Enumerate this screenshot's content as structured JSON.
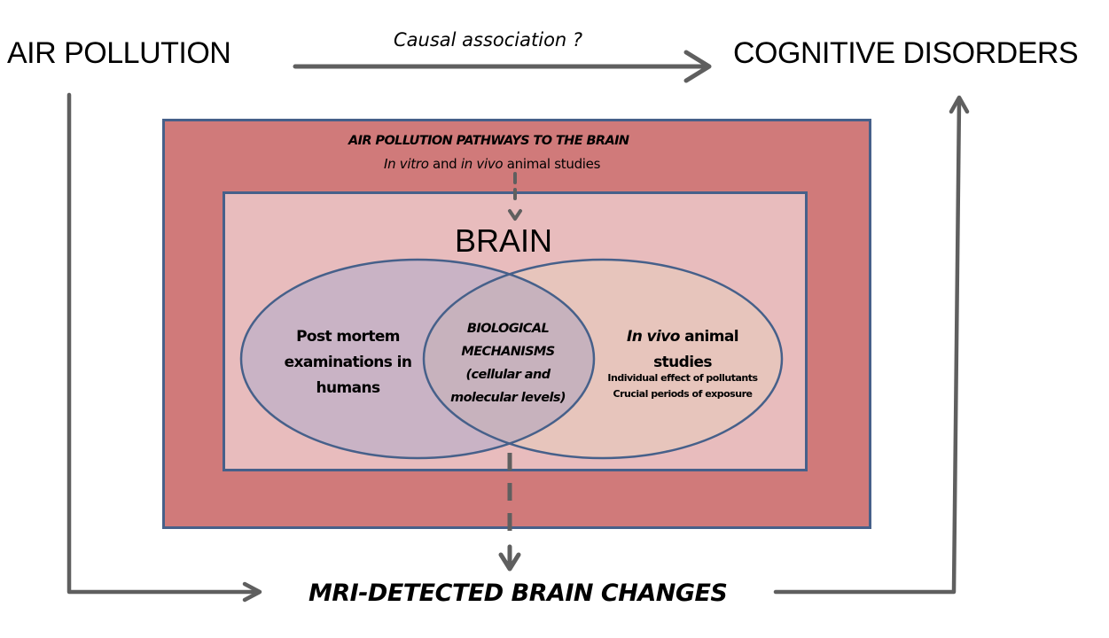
{
  "nodes": {
    "air_pollution": "AIR POLLUTION",
    "cognitive_disorders": "COGNITIVE DISORDERS",
    "mri_changes": "MRI-DETECTED BRAIN CHANGES"
  },
  "edges": {
    "causal_label": "Causal association ?"
  },
  "pathways_box": {
    "title": "AIR POLLUTION PATHWAYS TO THE BRAIN",
    "subtitle_italic_1": "In vitro",
    "subtitle_mid": " and ",
    "subtitle_italic_2": "in vivo",
    "subtitle_end": " animal studies"
  },
  "brain_box": {
    "title": "BRAIN",
    "left_circle": {
      "line1": "Post mortem",
      "line2": "examinations in",
      "line3": "humans"
    },
    "intersection": {
      "line1": "BIOLOGICAL",
      "line2": "MECHANISMS",
      "line3": "(cellular and",
      "line4": "molecular levels)"
    },
    "right_circle": {
      "title_italic": "In vivo",
      "title_rest": " animal",
      "line2": "studies",
      "detail1": "Individual effect of pollutants",
      "detail2": "Crucial periods of exposure"
    }
  },
  "colors": {
    "outer_fill": "#d07a7a",
    "inner_fill": "#e8bcbd",
    "left_circle_fill": "#c9b3c5",
    "right_circle_fill": "#e7c5bc",
    "border": "#46608a",
    "arrow": "#5f5f5f"
  }
}
